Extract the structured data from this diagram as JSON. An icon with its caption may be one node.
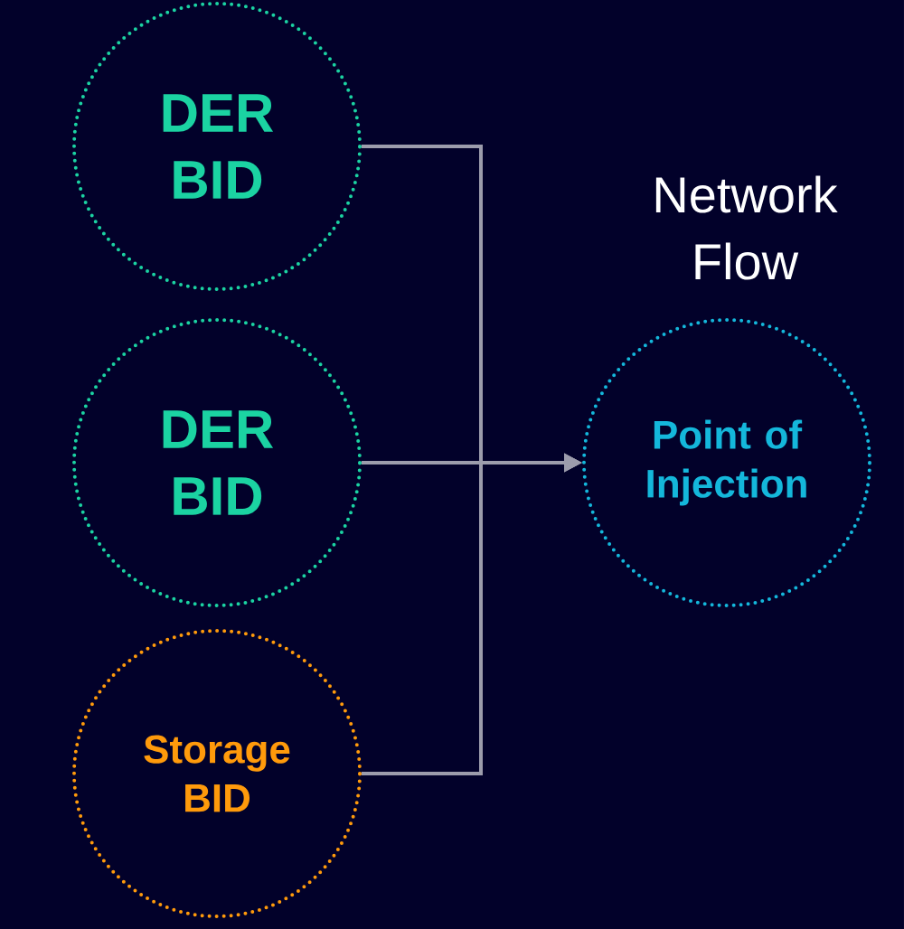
{
  "diagram": {
    "nodes": [
      {
        "text": [
          "DER BID"
        ]
      },
      {
        "text": [
          "DER BID"
        ]
      },
      {
        "text": [
          "Storage BID"
        ]
      },
      {
        "text": [
          "Point of Injection"
        ]
      }
    ],
    "edges": [
      {
        "from": 0,
        "to": 3,
        "arrow": "to"
      },
      {
        "from": 1,
        "to": 3,
        "arrow": "to"
      },
      {
        "from": 2,
        "to": 3,
        "arrow": "to"
      }
    ],
    "labels": [
      "Network Flow"
    ]
  }
}
